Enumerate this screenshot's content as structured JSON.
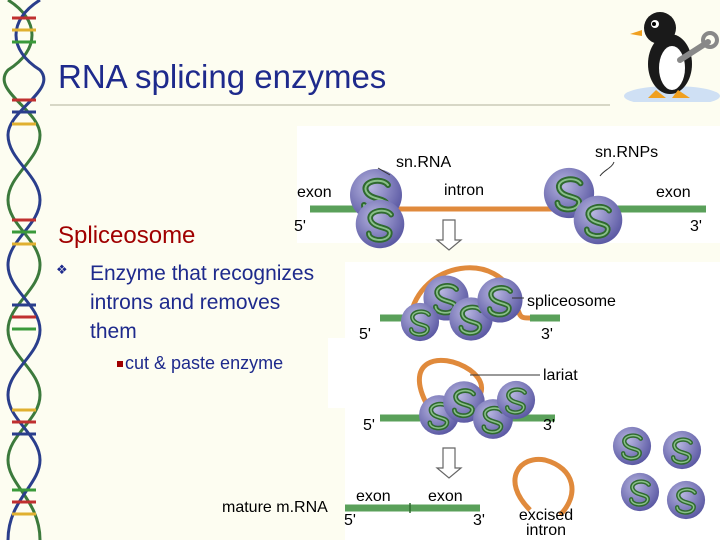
{
  "slide": {
    "title": "RNA splicing enzymes",
    "heading": "Spliceosome",
    "bullet": "Enzyme that recognizes introns and removes them",
    "sub_bullet": "cut & paste enzyme"
  },
  "diagram": {
    "labels": {
      "snrna": "sn.RNA",
      "snrnps": "sn.RNPs",
      "exon_left": "exon",
      "intron": "intron",
      "exon_right": "exon",
      "five_prime_1": "5'",
      "three_prime_1": "3'",
      "spliceosome": "spliceosome",
      "five_prime_2": "5'",
      "three_prime_2": "3'",
      "lariat": "lariat",
      "five_prime_3": "5'",
      "three_prime_3": "3'",
      "mature_mrna": "mature m.RNA",
      "exon_mature_left": "exon",
      "exon_mature_right": "exon",
      "five_prime_4": "5'",
      "three_prime_4": "3'",
      "excised_intron": "excised\nintron"
    }
  },
  "colors": {
    "title": "#1e2a8c",
    "heading": "#a00000",
    "exon": "#5aa05a",
    "intron": "#e08a3c",
    "protein": "#7a78b8"
  }
}
